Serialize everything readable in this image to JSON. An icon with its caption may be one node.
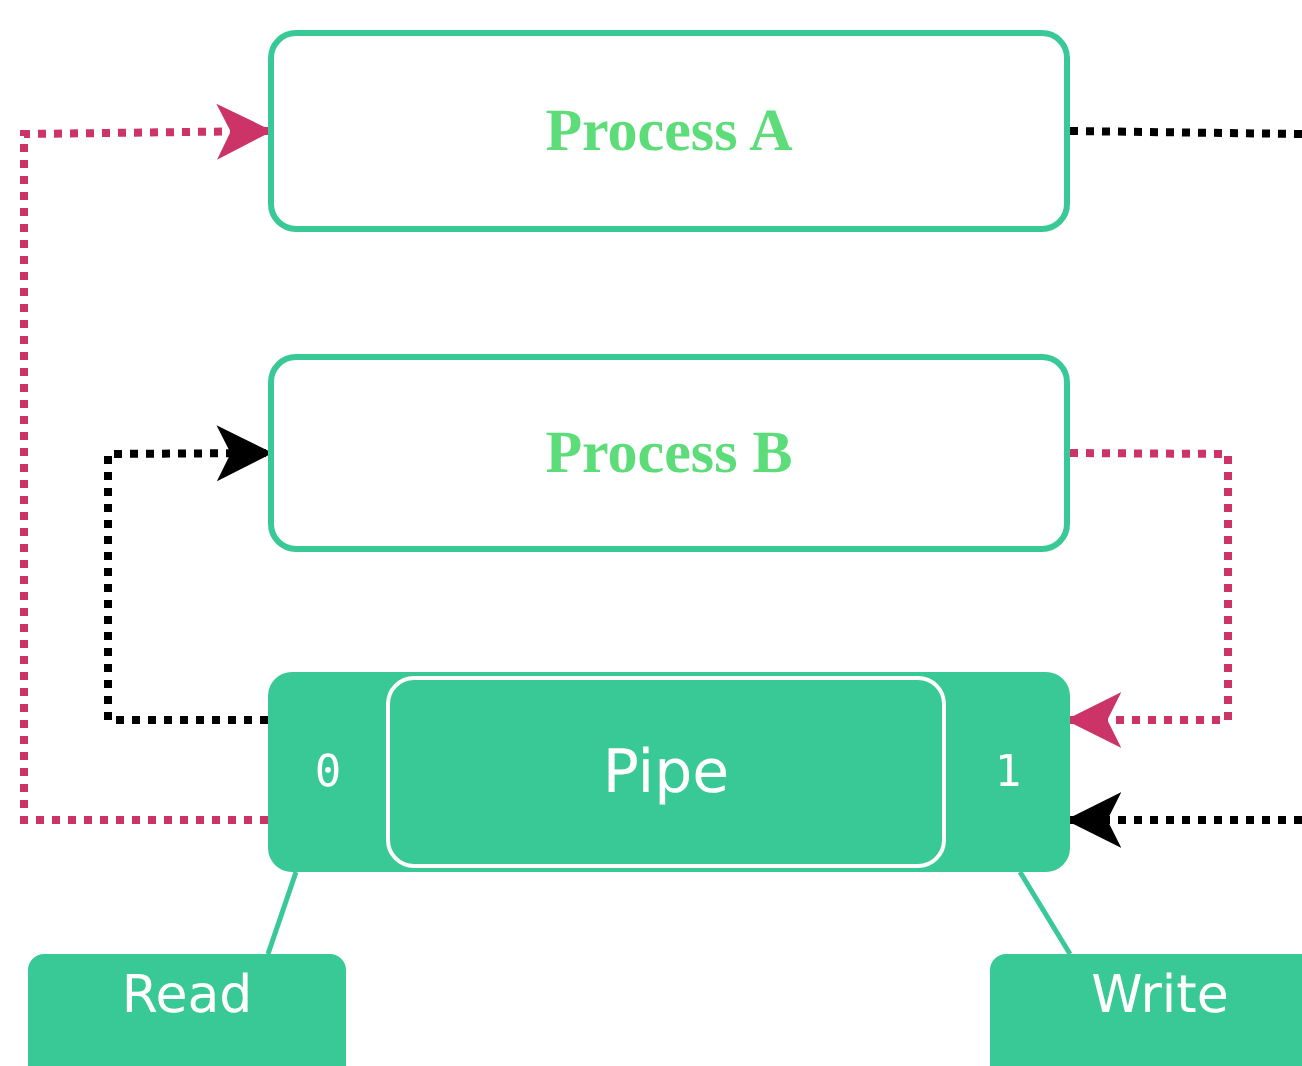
{
  "diagram": {
    "nodes": [
      {
        "text": [
          "Process A"
        ]
      },
      {
        "text": [
          "Process B"
        ]
      },
      {
        "text": [],
        "shape": "box"
      },
      {
        "text": [
          "0"
        ],
        "in": 2
      },
      {
        "text": [
          "Pipe"
        ],
        "in": 2
      },
      {
        "text": [
          "1"
        ],
        "in": 2
      },
      {
        "text": [
          "Read"
        ]
      },
      {
        "text": [
          "Write"
        ]
      }
    ],
    "edges": [
      {
        "from": 3,
        "to": 0,
        "arrow": "to",
        "style": "dashed",
        "color": "#cc3366"
      },
      {
        "from": 3,
        "to": 1,
        "arrow": "to",
        "style": "dashed"
      },
      {
        "from": 1,
        "to": 5,
        "arrow": "to",
        "style": "dashed",
        "color": "#cc3366"
      },
      {
        "from": 0,
        "to": null,
        "arrow": "none",
        "style": "dashed"
      },
      {
        "from": null,
        "to": 5,
        "arrow": "to",
        "style": "dashed"
      },
      {
        "from": 6,
        "to": 3,
        "arrow": "none",
        "color": "#38c997"
      },
      {
        "from": 7,
        "to": 5,
        "arrow": "none",
        "color": "#38c997"
      }
    ]
  }
}
